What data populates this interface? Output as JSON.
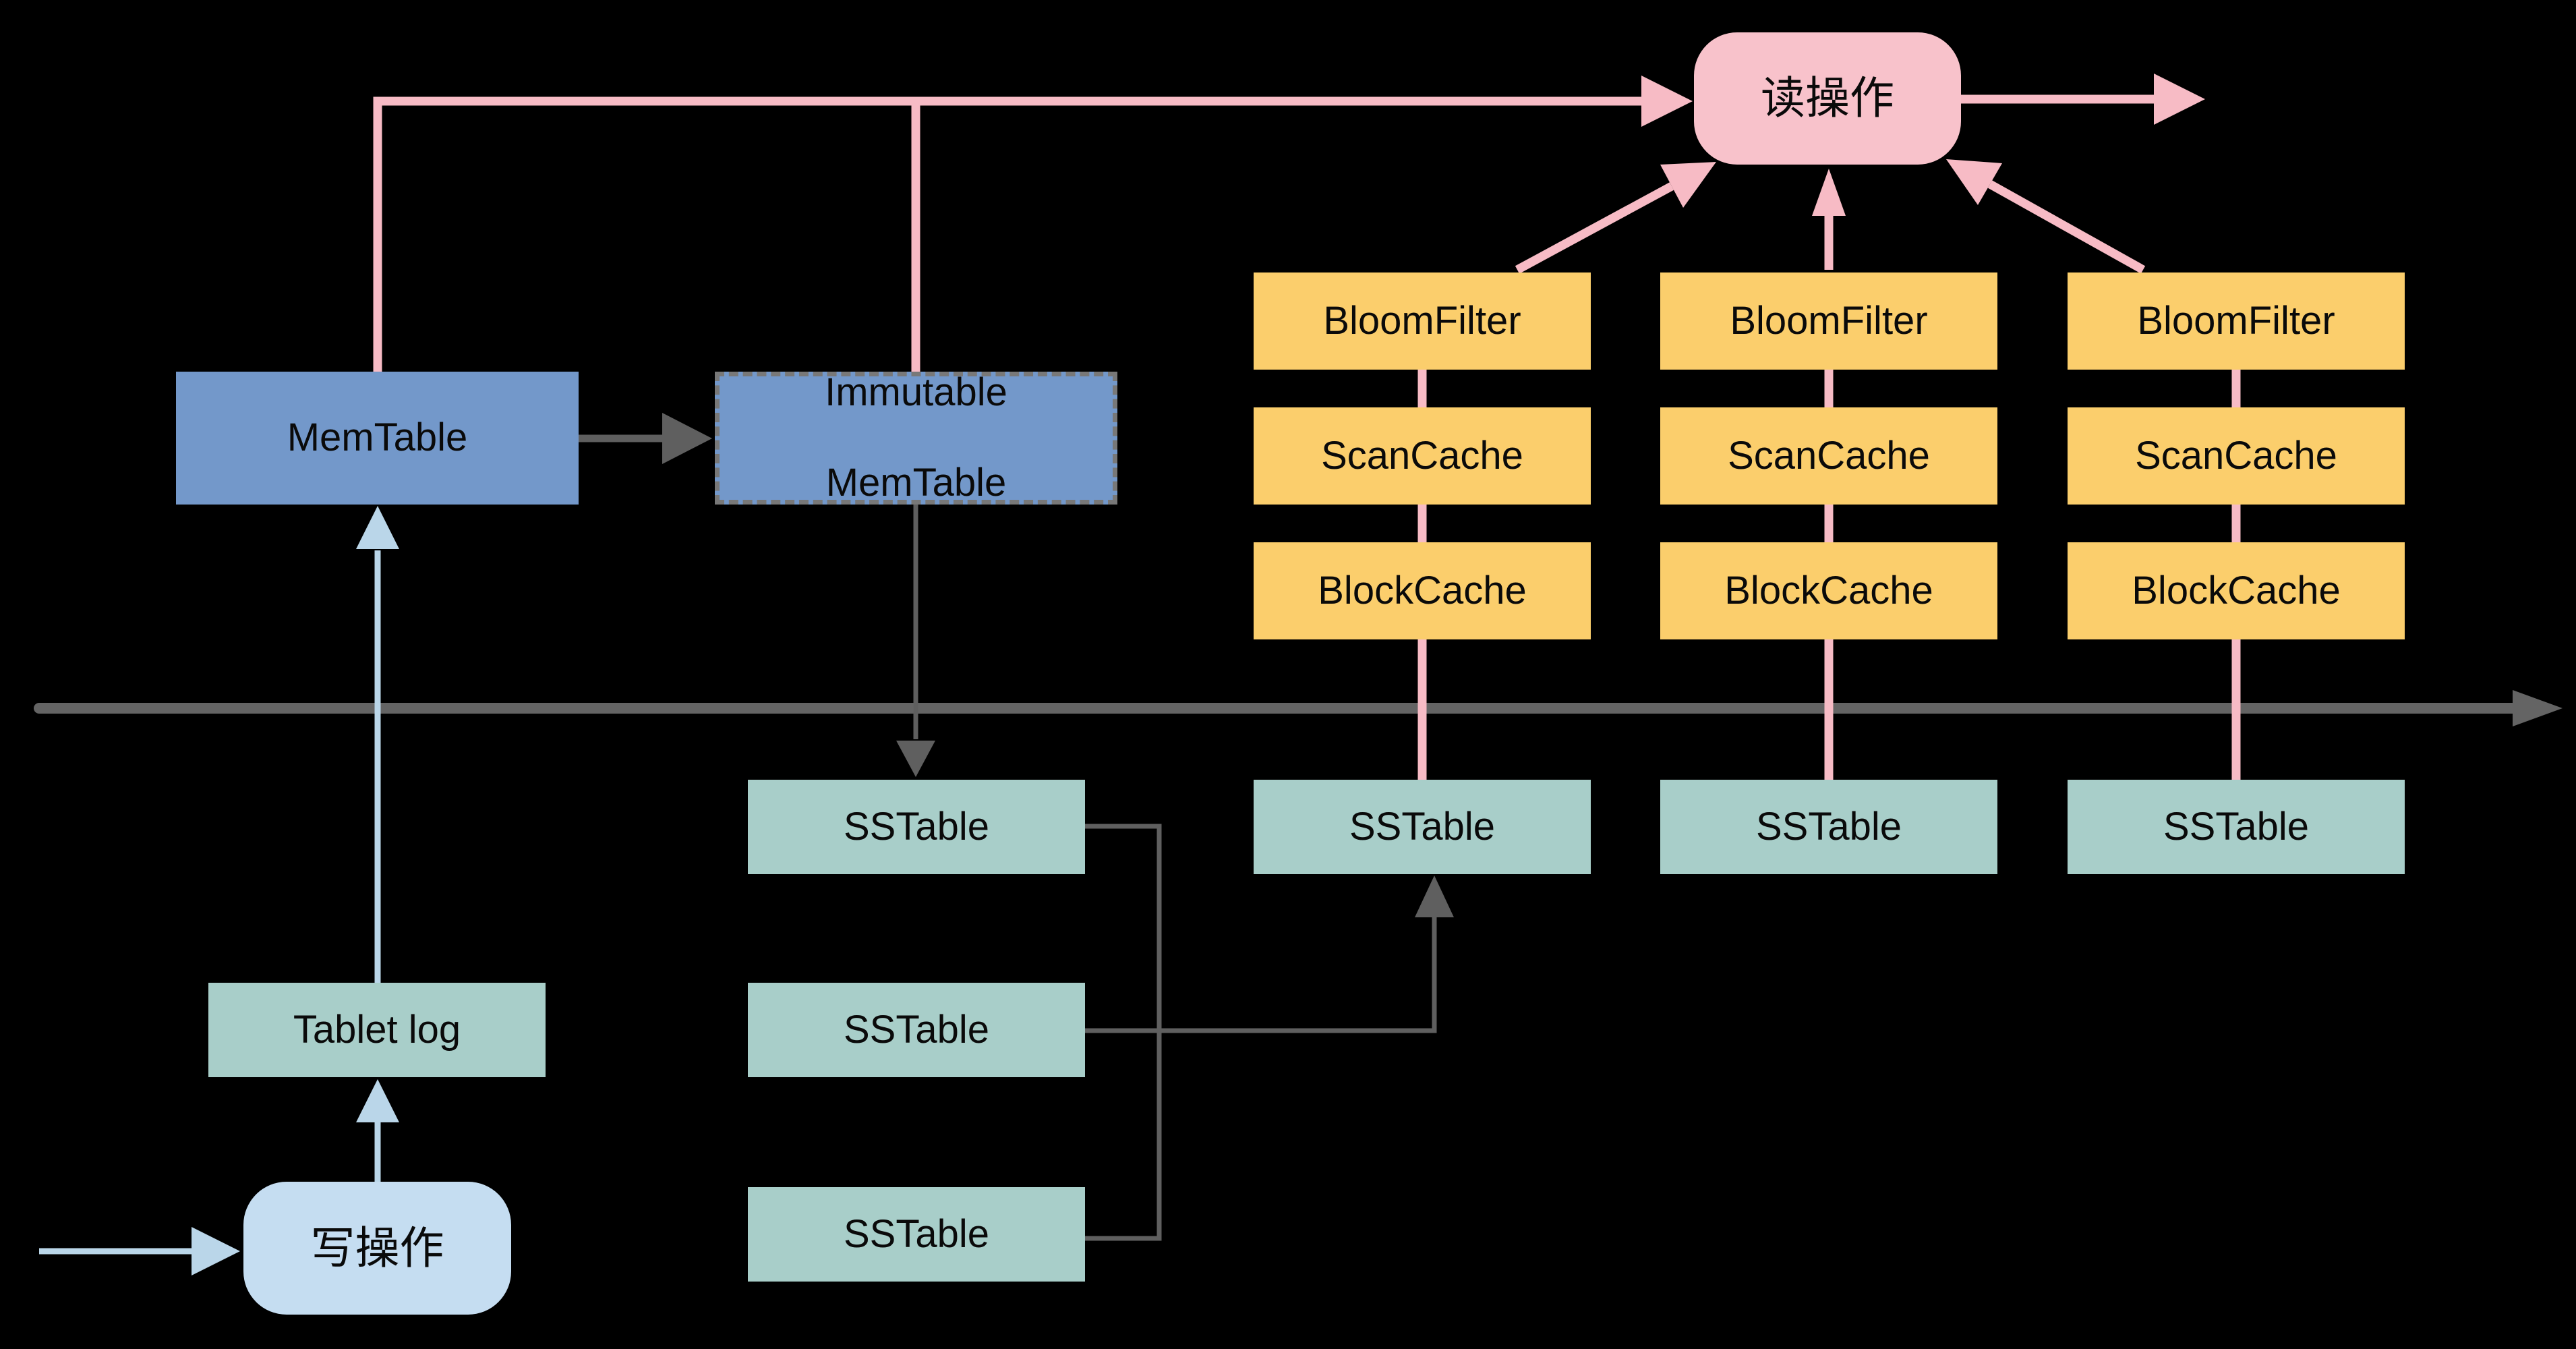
{
  "nodes": {
    "read_op": {
      "label": "读操作"
    },
    "write_op": {
      "label": "写操作"
    },
    "mem_table": {
      "label": "MemTable"
    },
    "immutable_mem_table": {
      "line1": "Immutable",
      "line2": "MemTable"
    },
    "tablet_log": {
      "label": "Tablet log"
    }
  },
  "cache_columns": [
    {
      "items": [
        "BloomFilter",
        "ScanCache",
        "BlockCache"
      ]
    },
    {
      "items": [
        "BloomFilter",
        "ScanCache",
        "BlockCache"
      ]
    },
    {
      "items": [
        "BloomFilter",
        "ScanCache",
        "BlockCache"
      ]
    }
  ],
  "sstables": {
    "flushed": "SSTable",
    "mid": "SSTable",
    "old": "SSTable",
    "col1": "SSTable",
    "col2": "SSTable",
    "col3": "SSTable"
  },
  "colors": {
    "background": "#000000",
    "read_node_fill": "#F8C2CB",
    "read_arrow": "#F7BBC5",
    "memtable_fill": "#7398CA",
    "cache_fill": "#FBCE6C",
    "sstable_fill": "#A8CEC9",
    "write_node_fill": "#C5DDF1",
    "write_arrow": "#BAD6E9",
    "flush_arrow": "#5F5F5F",
    "divider": "#646464",
    "label_text": "#0A0A0A"
  }
}
